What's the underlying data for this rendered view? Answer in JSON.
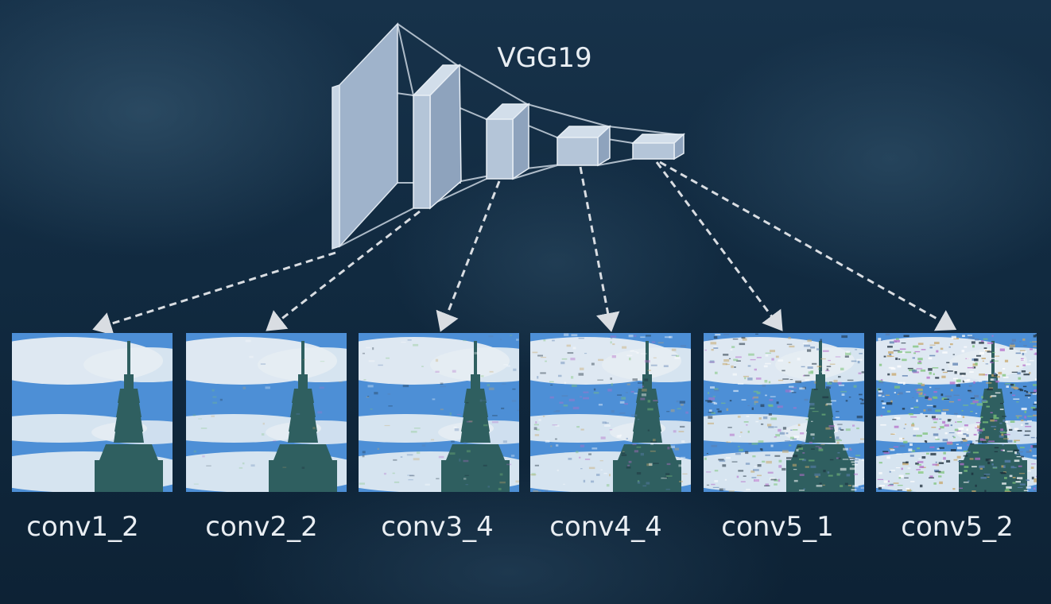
{
  "title": "VGG19",
  "layers": [
    {
      "name": "conv1_2",
      "noise": 0.0
    },
    {
      "name": "conv2_2",
      "noise": 0.05
    },
    {
      "name": "conv3_4",
      "noise": 0.15
    },
    {
      "name": "conv4_4",
      "noise": 0.3
    },
    {
      "name": "conv5_1",
      "noise": 0.55
    },
    {
      "name": "conv5_2",
      "noise": 0.9
    }
  ],
  "colors": {
    "block_front": "#aebfd4",
    "block_top": "#d2deea",
    "block_side": "#8ea3bd",
    "arrow": "#d9dde2",
    "sky": "#4d8fd6",
    "cloud": "#e6edf3",
    "tower": "#2f5f60"
  }
}
